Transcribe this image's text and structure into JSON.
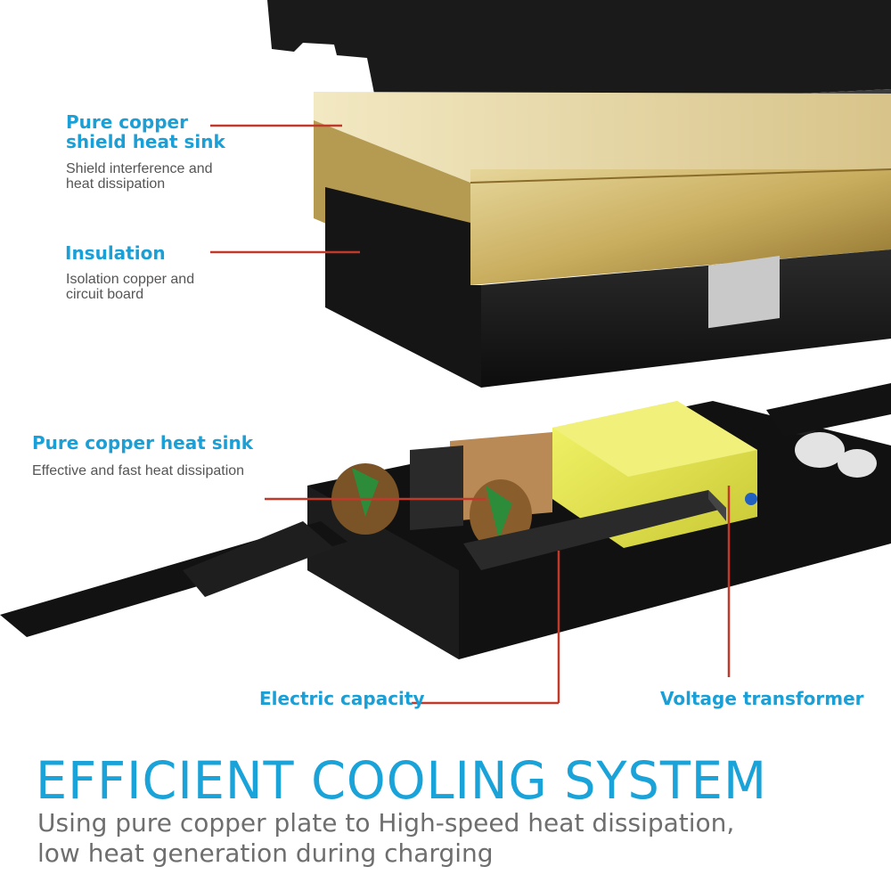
{
  "labels": {
    "shield": {
      "title": "Pure copper\nshield heat sink",
      "desc": "Shield interference and\nheat dissipation"
    },
    "insulation": {
      "title": "Insulation",
      "desc": "Isolation copper and\ncircuit board"
    },
    "heat_sink": {
      "title": "Pure copper heat sink",
      "desc": "Effective and fast heat dissipation"
    },
    "capacity": {
      "title": "Electric capacity"
    },
    "transformer": {
      "title": "Voltage transformer"
    }
  },
  "headline": "EFFICIENT COOLING SYSTEM",
  "subline_1": "Using pure copper plate to High-speed heat dissipation,",
  "subline_2": "low heat generation during charging",
  "colors": {
    "accent": "#1aa3d9",
    "pointer": "#c0392b",
    "copper": "#c8b26a"
  }
}
